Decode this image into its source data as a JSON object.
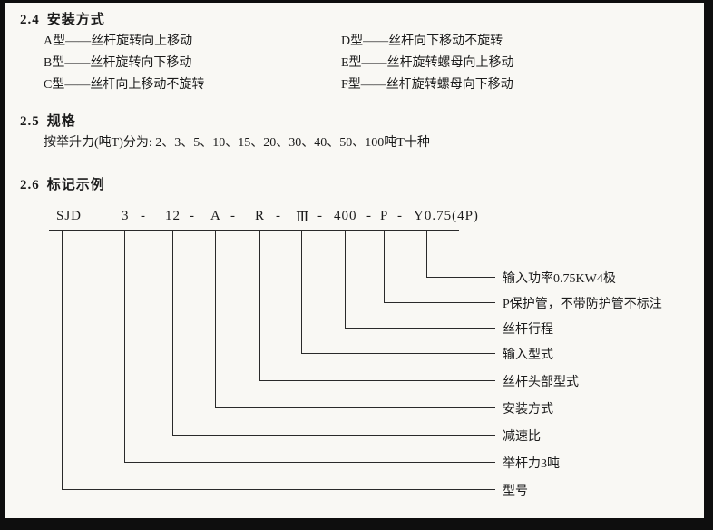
{
  "s24": {
    "number": "2.4",
    "title": "安装方式",
    "rows": [
      {
        "left": "A型——丝杆旋转向上移动",
        "right": "D型——丝杆向下移动不旋转"
      },
      {
        "left": "B型——丝杆旋转向下移动",
        "right": "E型——丝杆旋转螺母向上移动"
      },
      {
        "left": "C型——丝杆向上移动不旋转",
        "right": "F型——丝杆旋转螺母向下移动"
      }
    ]
  },
  "s25": {
    "number": "2.5",
    "title": "规格",
    "body": "按举升力(吨T)分为: 2、3、5、10、15、20、30、40、50、100吨T十种"
  },
  "s26": {
    "number": "2.6",
    "title": "标记示例",
    "dash": "-",
    "code_parts": [
      "SJD",
      "3",
      "12",
      "A",
      "R",
      "Ⅲ",
      "400",
      "P",
      "Y0.75(4P)"
    ],
    "labels": [
      "输入功率0.75KW4极",
      "P保护管，不带防护管不标注",
      "丝杆行程",
      "输入型式",
      "丝杆头部型式",
      "安装方式",
      "减速比",
      "举杆力3吨",
      "型号"
    ]
  }
}
